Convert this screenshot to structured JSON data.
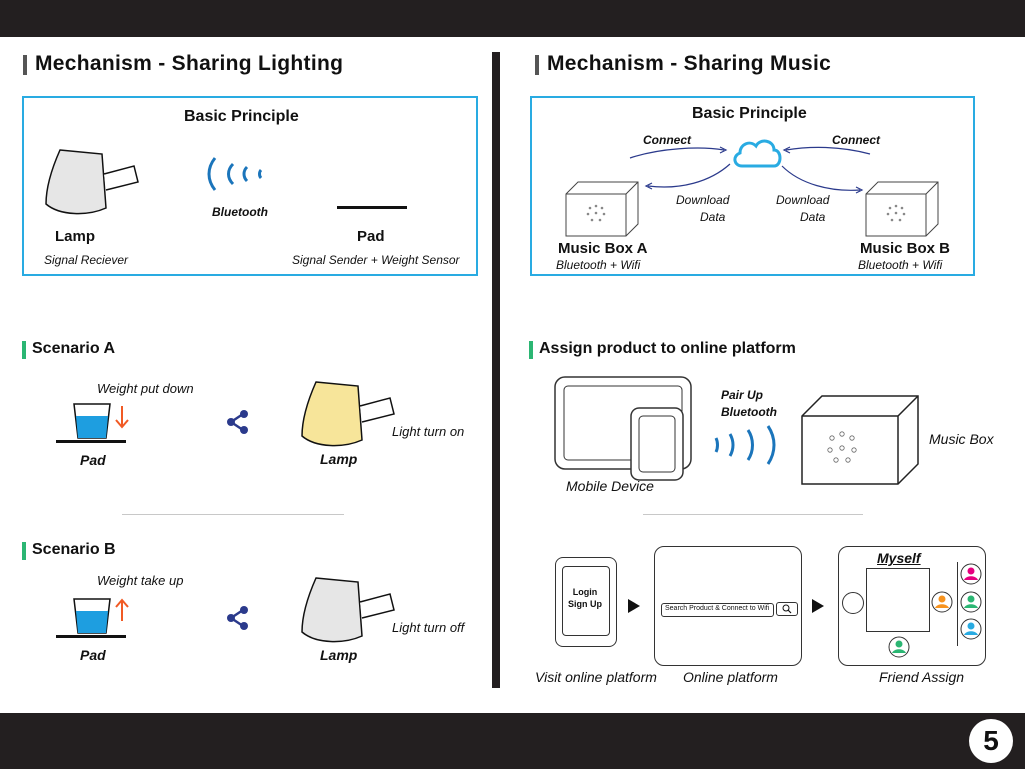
{
  "page_number": "5",
  "left": {
    "title": "Mechanism - Sharing Lighting",
    "principle": {
      "heading": "Basic Principle",
      "lamp_label": "Lamp",
      "lamp_sub": "Signal Reciever",
      "signal_label": "Bluetooth",
      "pad_label": "Pad",
      "pad_sub": "Signal Sender + Weight Sensor"
    },
    "scenario_a": {
      "heading": "Scenario A",
      "action": "Weight put down",
      "pad_label": "Pad",
      "lamp_label": "Lamp",
      "result": "Light turn on"
    },
    "scenario_b": {
      "heading": "Scenario B",
      "action": "Weight take up",
      "pad_label": "Pad",
      "lamp_label": "Lamp",
      "result": "Light turn off"
    }
  },
  "right": {
    "title": "Mechanism - Sharing Music",
    "principle": {
      "heading": "Basic Principle",
      "connect_left": "Connect",
      "connect_right": "Connect",
      "download_left": [
        "Download",
        "Data"
      ],
      "download_right": [
        "Download",
        "Data"
      ],
      "box_a": "Music Box A",
      "box_a_sub": "Bluetooth + Wifi",
      "box_b": "Music Box B",
      "box_b_sub": "Bluetooth + Wifi"
    },
    "assign": {
      "heading": "Assign product to online platform",
      "pair_up": [
        "Pair Up",
        "Bluetooth"
      ],
      "mobile_label": "Mobile Device",
      "musicbox_label": "Music Box"
    },
    "flow": {
      "login": [
        "Login",
        "Sign Up"
      ],
      "visit_label": "Visit online platform",
      "search_placeholder": "Search Product & Connect to Wifi",
      "online_label": "Online platform",
      "myself_label": "Myself",
      "friend_label": "Friend Assign"
    }
  },
  "colors": {
    "accent_blue": "#29abe2",
    "accent_green": "#2bb673",
    "lamp_on": "#f7e59a",
    "water": "#1e9ee0",
    "arrow_orange": "#f15a24",
    "share_blue": "#2b3a8c",
    "friend_pink": "#e6007e",
    "friend_orange": "#f7931e",
    "friend_green": "#2bb673",
    "friend_blue": "#29abe2"
  },
  "icons": [
    "lamp-icon",
    "bluetooth-waves-icon",
    "cloud-icon",
    "share-icon",
    "cup-icon",
    "speaker-box-icon",
    "tablet-icon",
    "phone-icon",
    "search-icon",
    "user-icon",
    "play-arrow-icon"
  ]
}
